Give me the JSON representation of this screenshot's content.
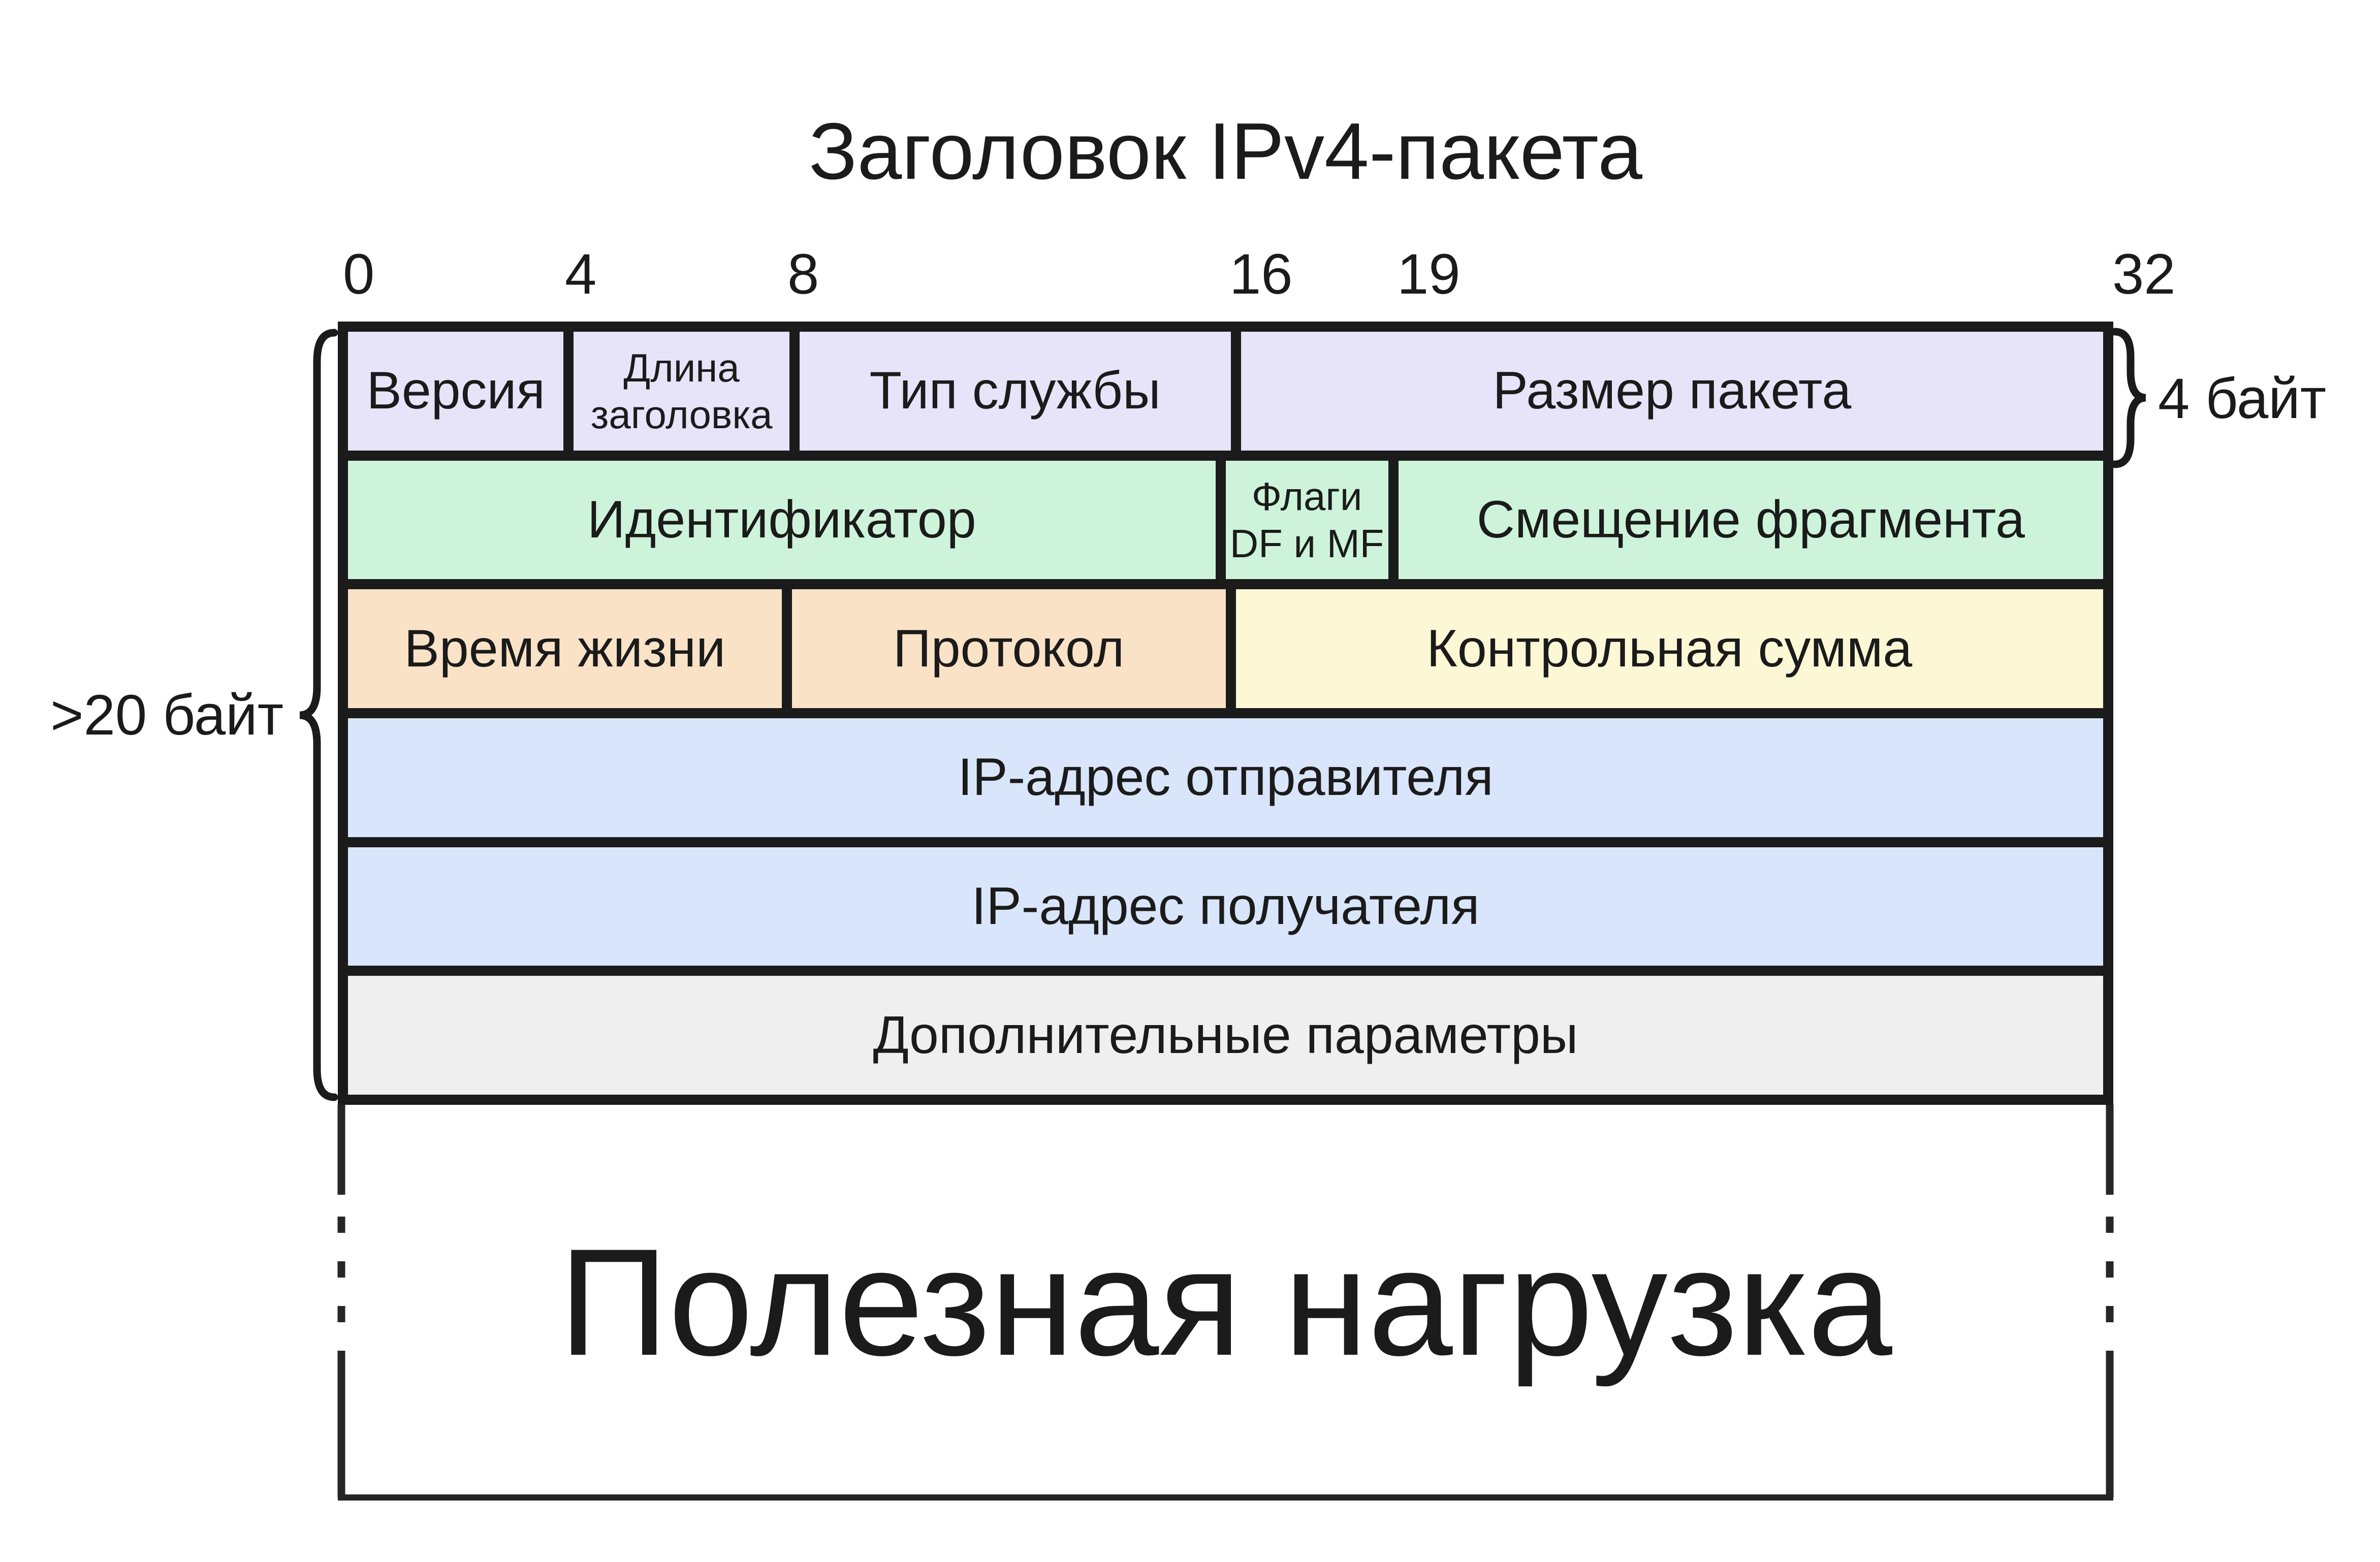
{
  "title": "Заголовок IPv4-пакета",
  "bit_scale": {
    "labels": [
      "0",
      "4",
      "8",
      "16",
      "19",
      "32"
    ]
  },
  "braces": {
    "left_label": ">20 байт",
    "right_label": "4 байт"
  },
  "header": {
    "rows": [
      {
        "cells": [
          {
            "label": "Версия",
            "bits": 4,
            "color_key": "lavender"
          },
          {
            "label_lines": [
              "Длина",
              "заголовка"
            ],
            "bits": 4,
            "color_key": "lavender"
          },
          {
            "label": "Тип службы",
            "bits": 8,
            "color_key": "lavender"
          },
          {
            "label": "Размер пакета",
            "bits": 16,
            "color_key": "lavender"
          }
        ]
      },
      {
        "cells": [
          {
            "label": "Идентификатор",
            "bits": 16,
            "color_key": "green"
          },
          {
            "label_lines": [
              "Флаги",
              "DF и MF"
            ],
            "bits": 3,
            "color_key": "green"
          },
          {
            "label": "Смещение фрагмента",
            "bits": 13,
            "color_key": "green"
          }
        ]
      },
      {
        "cells": [
          {
            "label": "Время жизни",
            "bits": 8,
            "color_key": "peach"
          },
          {
            "label": "Протокол",
            "bits": 8,
            "color_key": "peach"
          },
          {
            "label": "Контрольная сумма",
            "bits": 16,
            "color_key": "yellow"
          }
        ]
      },
      {
        "cells": [
          {
            "label": "IP-адрес отправителя",
            "bits": 32,
            "color_key": "blue"
          }
        ]
      },
      {
        "cells": [
          {
            "label": "IP-адрес получателя",
            "bits": 32,
            "color_key": "blue"
          }
        ]
      },
      {
        "cells": [
          {
            "label": "Дополнительные параметры",
            "bits": 32,
            "color_key": "gray"
          }
        ]
      }
    ]
  },
  "payload": {
    "label": "Полезная нагрузка"
  },
  "colors": {
    "lavender": "#E7E3F9",
    "green": "#CDF4DA",
    "peach": "#FAE2C6",
    "yellow": "#FCF8D6",
    "blue": "#D9E5FB",
    "gray": "#F0EFEF",
    "line": "#1b1b1b"
  }
}
